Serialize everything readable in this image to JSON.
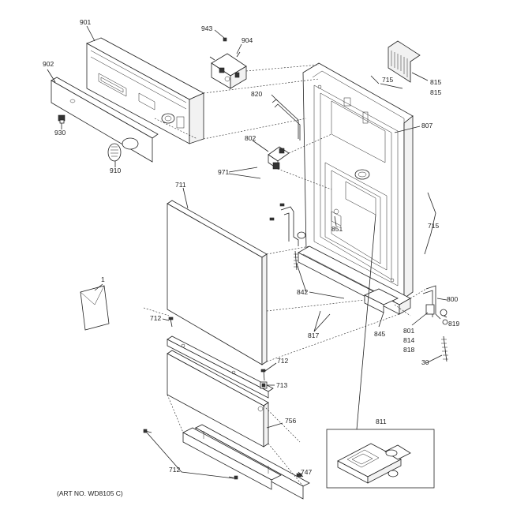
{
  "art_number": "(ART NO. WD8105 C)",
  "callouts": [
    {
      "id": "c901",
      "text": "901"
    },
    {
      "id": "c943",
      "text": "943"
    },
    {
      "id": "c904",
      "text": "904"
    },
    {
      "id": "c815a",
      "text": "815"
    },
    {
      "id": "c815b",
      "text": "815"
    },
    {
      "id": "c902",
      "text": "902"
    },
    {
      "id": "c715a",
      "text": "715"
    },
    {
      "id": "c820",
      "text": "820"
    },
    {
      "id": "c930",
      "text": "930"
    },
    {
      "id": "c807",
      "text": "807"
    },
    {
      "id": "c802",
      "text": "802"
    },
    {
      "id": "c910",
      "text": "910"
    },
    {
      "id": "c971",
      "text": "971"
    },
    {
      "id": "c711",
      "text": "711"
    },
    {
      "id": "c715b",
      "text": "715"
    },
    {
      "id": "c851",
      "text": "851"
    },
    {
      "id": "c1",
      "text": "1"
    },
    {
      "id": "c842",
      "text": "842"
    },
    {
      "id": "c800",
      "text": "800"
    },
    {
      "id": "c712a",
      "text": "712"
    },
    {
      "id": "c817",
      "text": "817"
    },
    {
      "id": "c845",
      "text": "845"
    },
    {
      "id": "c801",
      "text": "801"
    },
    {
      "id": "c819",
      "text": "819"
    },
    {
      "id": "c814",
      "text": "814"
    },
    {
      "id": "c818",
      "text": "818"
    },
    {
      "id": "c30",
      "text": "30"
    },
    {
      "id": "c712b",
      "text": "712"
    },
    {
      "id": "c713",
      "text": "713"
    },
    {
      "id": "c811",
      "text": "811"
    },
    {
      "id": "c756",
      "text": "756"
    },
    {
      "id": "c712c",
      "text": "712"
    },
    {
      "id": "c747",
      "text": "747"
    }
  ]
}
